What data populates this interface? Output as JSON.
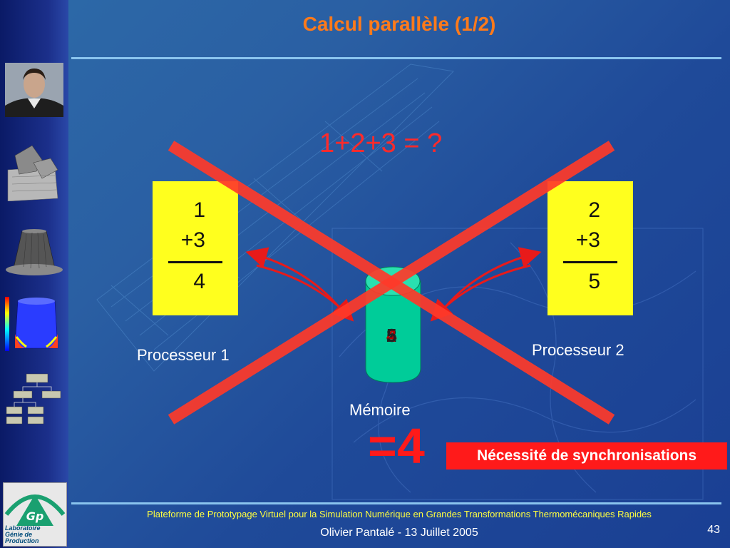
{
  "slide": {
    "title": "Calcul parallèle (1/2)",
    "question": "1+2+3 = ?",
    "memory_label": "Mémoire",
    "memory_values": [
      "2",
      "4",
      "5"
    ],
    "result": "=4",
    "sync_label": "Nécessité de synchronisations",
    "page_number": "43"
  },
  "processors": [
    {
      "label": "Processeur 1",
      "a": "1",
      "b": "+3",
      "result": "4"
    },
    {
      "label": "Processeur 2",
      "a": "2",
      "b": "+3",
      "result": "5"
    }
  ],
  "footer": {
    "main": "Plateforme de Prototypage Virtuel pour la Simulation Numérique en Grandes Transformations Thermomécaniques Rapides",
    "sub": "Olivier Pantalé - 13 Juillet 2005"
  },
  "logo": {
    "text_line1": "Laboratoire",
    "text_line2": "Génie de Production",
    "mark": "Gp"
  },
  "colors": {
    "title": "#ff7a1a",
    "accent_red": "#ff1a1a",
    "box_yellow": "#ffff1e",
    "memory_green": "#00cc99",
    "cross": "#ff3a2a"
  }
}
